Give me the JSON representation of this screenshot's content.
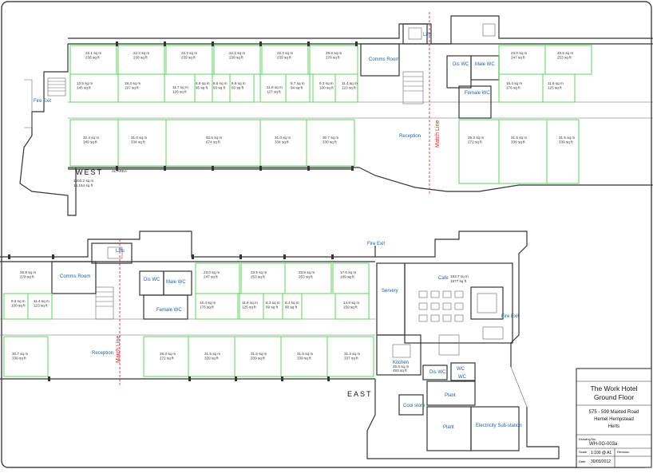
{
  "title_block": {
    "project": "The Work Hotel",
    "floor": "Ground Floor",
    "address_line1": "575 - 599 Maxted Road",
    "address_line2": "Hemel Hempstead",
    "address_line3": "Herts",
    "drawing_no_label": "Drawing No.",
    "drawing_no": "WH-0G-003a",
    "scale_label": "Scale",
    "scale": "1:100 @ A1",
    "revision_label": "Revision",
    "date_label": "Date",
    "date": "30/03/2012"
  },
  "wings": {
    "west": "WEST",
    "east": "EAST",
    "west_area_label": "AL AREA",
    "west_total_sqm": "1502.2 sq m",
    "west_total_sqft": "16,164 sq ft"
  },
  "match_line": "Match Line",
  "west_rooms": [
    {
      "sqm": "22.1 sq m",
      "sqft": "238 sq ft"
    },
    {
      "sqm": "22.2 sq m",
      "sqft": "238 sq ft"
    },
    {
      "sqm": "22.2 sq m",
      "sqft": "239 sq ft"
    },
    {
      "sqm": "22.2 sq m",
      "sqft": "239 sq ft"
    },
    {
      "sqm": "22.2 sq m",
      "sqft": "239 sq ft"
    },
    {
      "sqm": "25.8 sq m",
      "sqft": "278 sq ft"
    },
    {
      "sqm": "13.5 sq m",
      "sqft": "145 sq ft"
    },
    {
      "sqm": "18.3 sq m",
      "sqft": "197 sq ft"
    },
    {
      "sqm": "11.7 sq m",
      "sqft": "126 sq ft"
    },
    {
      "sqm": "8.8 sq m",
      "sqft": "95 sq ft"
    },
    {
      "sqm": "8.6 sq m",
      "sqft": "93 sq ft"
    },
    {
      "sqm": "8.6 sq m",
      "sqft": "93 sq ft"
    },
    {
      "sqm": "11.8 sq m",
      "sqft": "127 sq ft"
    },
    {
      "sqm": "8.7 sq m",
      "sqft": "94 sq ft"
    },
    {
      "sqm": "9.3 sq m",
      "sqft": "100 sq ft"
    },
    {
      "sqm": "11.4 sq m",
      "sqft": "123 sq ft"
    },
    {
      "sqm": "32.4 sq m",
      "sqft": "349 sq ft"
    },
    {
      "sqm": "31.0 sq m",
      "sqft": "334 sq ft"
    },
    {
      "sqm": "62.6 sq m",
      "sqft": "674 sq ft"
    },
    {
      "sqm": "31.0 sq m",
      "sqft": "334 sq ft"
    },
    {
      "sqm": "30.7 sq m",
      "sqft": "330 sq ft"
    },
    {
      "sqm": "23.0 sq m",
      "sqft": "247 sq ft"
    },
    {
      "sqm": "23.5 sq m",
      "sqft": "253 sq ft"
    },
    {
      "sqm": "16.4 sq m",
      "sqft": "176 sq ft"
    },
    {
      "sqm": "11.6 sq m",
      "sqft": "125 sq ft"
    },
    {
      "sqm": "25.3 sq m",
      "sqft": "272 sq ft"
    },
    {
      "sqm": "31.5 sq m",
      "sqft": "339 sq ft"
    },
    {
      "sqm": "31.5 sq m",
      "sqft": "339 sq ft"
    }
  ],
  "west_names": {
    "comms": "Comms Room",
    "lifts": "Lifts",
    "dis_wc": "Dis WC",
    "male_wc": "Male WC",
    "female_wc": "Female WC",
    "reception": "Reception",
    "fire_exit": "Fire Exit"
  },
  "east_rooms": [
    {
      "sqm": "25.8 sq m",
      "sqft": "278 sq ft"
    },
    {
      "sqm": "23.0 sq m",
      "sqft": "247 sq ft"
    },
    {
      "sqm": "23.5 sq m",
      "sqft": "253 sq ft"
    },
    {
      "sqm": "23.5 sq m",
      "sqft": "253 sq ft"
    },
    {
      "sqm": "17.6 sq m",
      "sqft": "189 sq ft"
    },
    {
      "sqm": "9.3 sq m",
      "sqft": "100 sq ft"
    },
    {
      "sqm": "11.4 sq m",
      "sqft": "123 sq ft"
    },
    {
      "sqm": "16.4 sq m",
      "sqft": "176 sq ft"
    },
    {
      "sqm": "11.6 sq m",
      "sqft": "125 sq ft"
    },
    {
      "sqm": "8.3 sq m",
      "sqft": "89 sq ft"
    },
    {
      "sqm": "8.4 sq m",
      "sqft": "90 sq ft"
    },
    {
      "sqm": "14.8 sq m",
      "sqft": "159 sq ft"
    },
    {
      "sqm": "30.7 sq m",
      "sqft": "330 sq ft"
    },
    {
      "sqm": "25.3 sq m",
      "sqft": "272 sq ft"
    },
    {
      "sqm": "31.5 sq m",
      "sqft": "339 sq ft"
    },
    {
      "sqm": "31.5 sq m",
      "sqft": "339 sq ft"
    },
    {
      "sqm": "31.5 sq m",
      "sqft": "339 sq ft"
    },
    {
      "sqm": "31.3 sq m",
      "sqft": "337 sq ft"
    }
  ],
  "east_names": {
    "comms": "Comms Room",
    "lifts": "Lifts",
    "dis_wc": "Dis WC",
    "male_wc": "Male WC",
    "female_wc": "Female WC",
    "reception": "Reception",
    "servery": "Servery",
    "cafe": "Cafe",
    "cafe_sqm": "183.7 sq m",
    "cafe_sqft": "1977 sq ft",
    "kitchen": "Kitchen",
    "kitchen_sqm": "45.8 sq m",
    "kitchen_sqft": "493 sq ft",
    "dis_wc_2": "Dis WC",
    "wc_1": "WC",
    "wc_2": "WC",
    "plant_1": "Plant",
    "plant_2": "Plant",
    "cool_store": "Cool store",
    "electricity": "Electricity Sub-station",
    "fire_exit_top": "Fire Exit",
    "fire_exit_right": "Fire Exit"
  }
}
